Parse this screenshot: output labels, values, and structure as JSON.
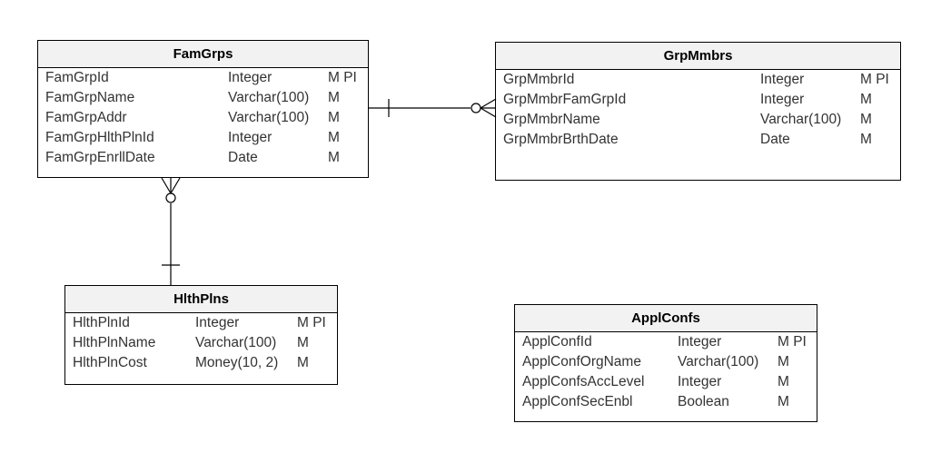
{
  "entities": [
    {
      "title": "FamGrps",
      "attributes": [
        {
          "name": "FamGrpId",
          "type": "Integer",
          "flags": "M PI"
        },
        {
          "name": "FamGrpName",
          "type": "Varchar(100)",
          "flags": "M"
        },
        {
          "name": "FamGrpAddr",
          "type": "Varchar(100)",
          "flags": "M"
        },
        {
          "name": "FamGrpHlthPlnId",
          "type": "Integer",
          "flags": "M"
        },
        {
          "name": "FamGrpEnrllDate",
          "type": "Date",
          "flags": "M"
        }
      ]
    },
    {
      "title": "GrpMmbrs",
      "attributes": [
        {
          "name": "GrpMmbrId",
          "type": "Integer",
          "flags": "M PI"
        },
        {
          "name": "GrpMmbrFamGrpId",
          "type": "Integer",
          "flags": "M"
        },
        {
          "name": "GrpMmbrName",
          "type": "Varchar(100)",
          "flags": "M"
        },
        {
          "name": "GrpMmbrBrthDate",
          "type": "Date",
          "flags": "M"
        }
      ]
    },
    {
      "title": "HlthPlns",
      "attributes": [
        {
          "name": "HlthPlnId",
          "type": "Integer",
          "flags": "M PI"
        },
        {
          "name": "HlthPlnName",
          "type": "Varchar(100)",
          "flags": "M"
        },
        {
          "name": "HlthPlnCost",
          "type": "Money(10, 2)",
          "flags": "M"
        }
      ]
    },
    {
      "title": "ApplConfs",
      "attributes": [
        {
          "name": "ApplConfId",
          "type": "Integer",
          "flags": "M PI"
        },
        {
          "name": "ApplConfOrgName",
          "type": "Varchar(100)",
          "flags": "M"
        },
        {
          "name": "ApplConfsAccLevel",
          "type": "Integer",
          "flags": "M"
        },
        {
          "name": "ApplConfSecEnbl",
          "type": "Boolean",
          "flags": "M"
        }
      ]
    }
  ],
  "relationships": [
    {
      "from": "FamGrps",
      "from_cardinality": "one",
      "to": "GrpMmbrs",
      "to_cardinality": "zero-or-many"
    },
    {
      "from": "HlthPlns",
      "from_cardinality": "one",
      "to": "FamGrps",
      "to_cardinality": "zero-or-many"
    }
  ]
}
